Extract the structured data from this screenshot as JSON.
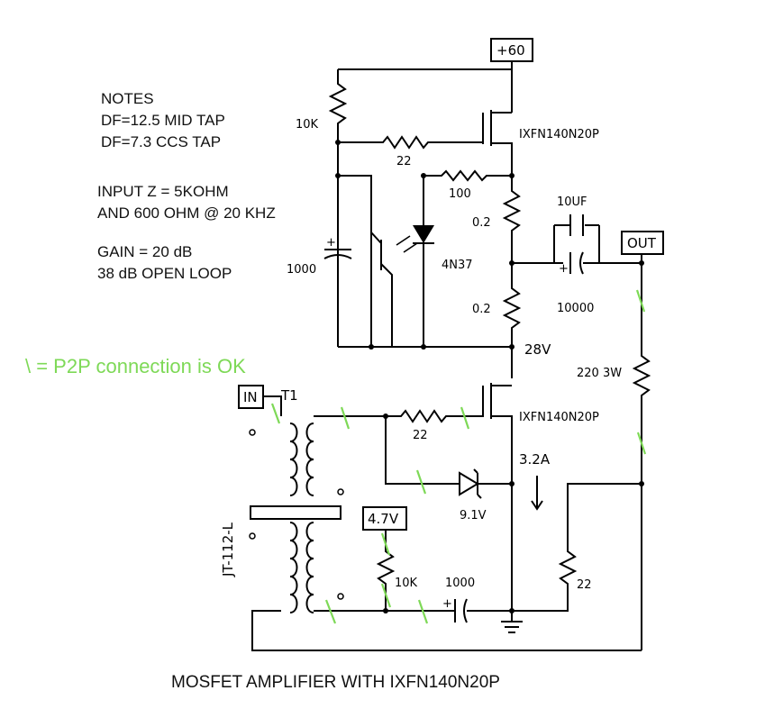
{
  "notes": {
    "heading": "NOTES",
    "lines": [
      "DF=12.5 MID TAP",
      "DF=7.3 CCS TAP"
    ],
    "input": [
      "INPUT Z = 5KOHM",
      "AND 600 OHM @ 20 KHZ"
    ],
    "gain": [
      "GAIN = 20 dB",
      "38 dB OPEN LOOP"
    ]
  },
  "legend": "\\ = P2P connection is OK",
  "title": "MOSFET AMPLIFIER WITH IXFN140N20P",
  "terminals": {
    "supply": "+60",
    "output": "OUT",
    "input": "IN",
    "bias": "4.7V"
  },
  "components": {
    "r_top": "10K",
    "mosfet_top": "IXFN140N20P",
    "r_gate_top": "22",
    "r_100": "100",
    "r_02_top": "0.2",
    "r_02_bottom": "0.2",
    "cap_10uf": "10UF",
    "cap_10000": "10000",
    "cap_1000_left": "1000",
    "optocoupler": "4N37",
    "node_28v": "28V",
    "r_220": "220 3W",
    "transformer_name": "T1",
    "transformer_part": "JT-112-L",
    "mosfet_bottom": "IXFN140N20P",
    "r_gate_bottom": "22",
    "current": "3.2A",
    "zener": "9.1V",
    "r_10k_bottom": "10K",
    "cap_1000_bottom": "1000",
    "r_22_right": "22"
  }
}
